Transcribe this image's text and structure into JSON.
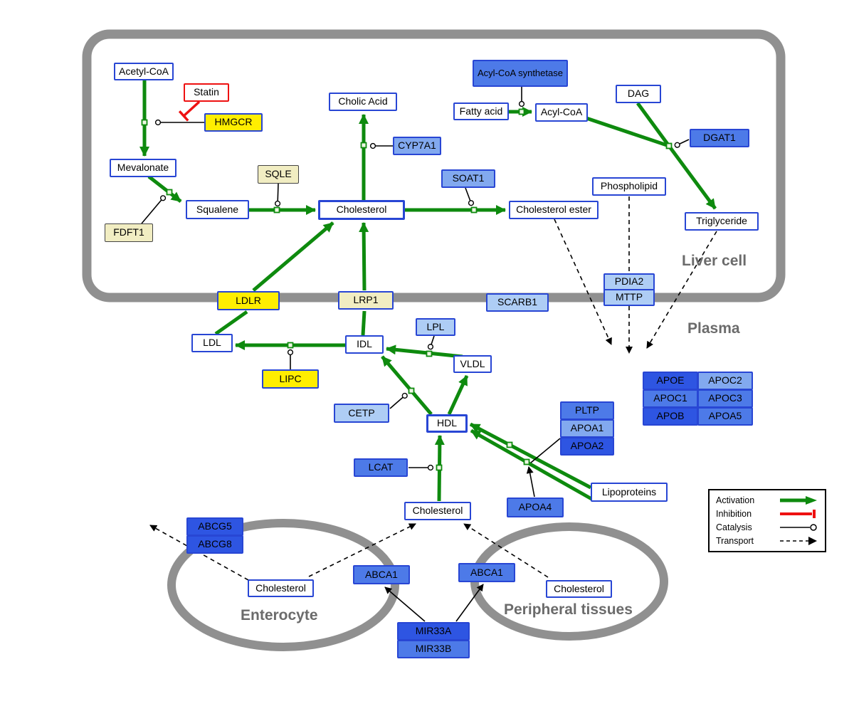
{
  "regions": {
    "liver_cell": "Liver cell",
    "plasma": "Plasma",
    "enterocyte": "Enterocyte",
    "peripheral": "Peripheral tissues"
  },
  "nodes": {
    "acetyl_coa": {
      "label": "Acetyl-CoA"
    },
    "statin": {
      "label": "Statin"
    },
    "hmgcr": {
      "label": "HMGCR"
    },
    "mevalonate": {
      "label": "Mevalonate"
    },
    "fdft1": {
      "label": "FDFT1"
    },
    "squalene": {
      "label": "Squalene"
    },
    "sqle": {
      "label": "SQLE"
    },
    "cholic_acid": {
      "label": "Cholic Acid"
    },
    "cyp7a1": {
      "label": "CYP7A1"
    },
    "cholesterol_liver": {
      "label": "Cholesterol"
    },
    "soat1": {
      "label": "SOAT1"
    },
    "cholesterol_ester": {
      "label": "Cholesterol ester"
    },
    "acyl_coa_synthetase": {
      "label": "Acyl-CoA synthetase"
    },
    "fatty_acid": {
      "label": "Fatty acid"
    },
    "acyl_coa": {
      "label": "Acyl-CoA"
    },
    "dag": {
      "label": "DAG"
    },
    "dgat1": {
      "label": "DGAT1"
    },
    "phospholipid": {
      "label": "Phospholipid"
    },
    "triglyceride": {
      "label": "Triglyceride"
    },
    "pdia2": {
      "label": "PDIA2"
    },
    "mttp": {
      "label": "MTTP"
    },
    "ldlr": {
      "label": "LDLR"
    },
    "lrp1": {
      "label": "LRP1"
    },
    "scarb1": {
      "label": "SCARB1"
    },
    "ldl": {
      "label": "LDL"
    },
    "idl": {
      "label": "IDL"
    },
    "lpl": {
      "label": "LPL"
    },
    "vldl": {
      "label": "VLDL"
    },
    "lipc": {
      "label": "LIPC"
    },
    "cetp": {
      "label": "CETP"
    },
    "hdl": {
      "label": "HDL"
    },
    "pltp": {
      "label": "PLTP"
    },
    "apoa1": {
      "label": "APOA1"
    },
    "apoa2": {
      "label": "APOA2"
    },
    "lcat": {
      "label": "LCAT"
    },
    "apoa4": {
      "label": "APOA4"
    },
    "lipoproteins": {
      "label": "Lipoproteins"
    },
    "apoe": {
      "label": "APOE"
    },
    "apoc2": {
      "label": "APOC2"
    },
    "apoc1": {
      "label": "APOC1"
    },
    "apoc3": {
      "label": "APOC3"
    },
    "apob": {
      "label": "APOB"
    },
    "apoa5": {
      "label": "APOA5"
    },
    "cholesterol_plasma": {
      "label": "Cholesterol"
    },
    "abcg5": {
      "label": "ABCG5"
    },
    "abcg8": {
      "label": "ABCG8"
    },
    "cholesterol_enterocyte": {
      "label": "Cholesterol"
    },
    "abca1_left": {
      "label": "ABCA1"
    },
    "abca1_right": {
      "label": "ABCA1"
    },
    "cholesterol_peripheral": {
      "label": "Cholesterol"
    },
    "mir33a": {
      "label": "MIR33A"
    },
    "mir33b": {
      "label": "MIR33B"
    }
  },
  "legend": {
    "activation": "Activation",
    "inhibition": "Inhibition",
    "catalysis": "Catalysis",
    "transport": "Transport"
  },
  "colors": {
    "activation_green": "#0e8a0e",
    "inhibition_red": "#ee1111",
    "membrane_gray": "#909090",
    "node_border_blue": "#2846d4",
    "yellow": "#ffee00",
    "pale_yellow": "#f1edc2",
    "blue_dark": "#2e55e2",
    "blue_mid": "#4d7ae8",
    "blue_mlight": "#82a9ef",
    "blue_light": "#aecdf5"
  }
}
